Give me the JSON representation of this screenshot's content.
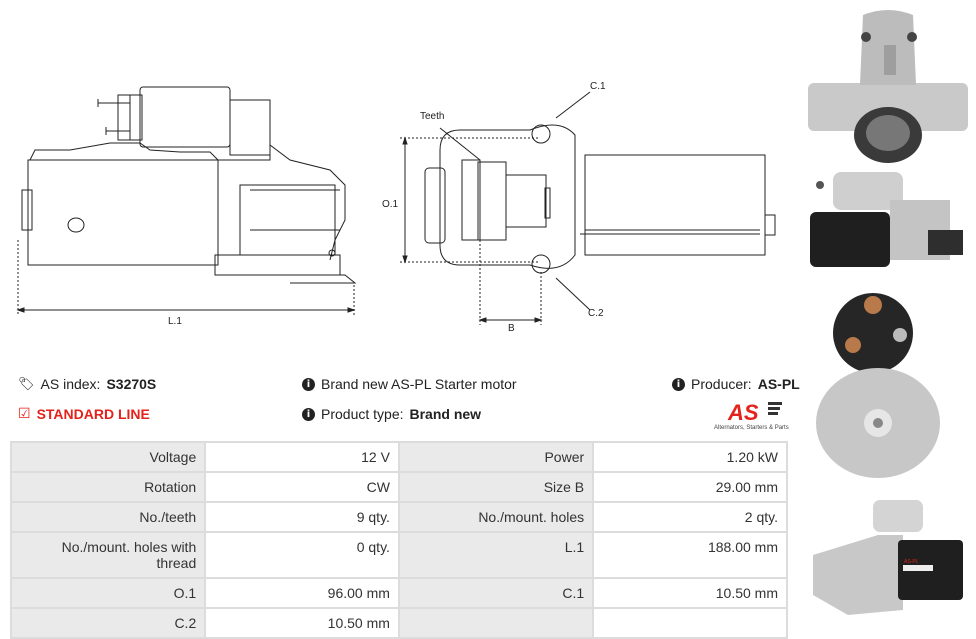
{
  "diagram": {
    "labels": {
      "l1": "L.1",
      "teeth": "Teeth",
      "c1": "C.1",
      "c2": "C.2",
      "o1": "O.1",
      "b": "B"
    }
  },
  "info": {
    "as_index_label": "AS index:",
    "as_index_value": "S3270S",
    "standard_line": "STANDARD LINE",
    "brand_text": "Brand new AS-PL Starter motor",
    "product_type_label": "Product type:",
    "product_type_value": "Brand new",
    "producer_label": "Producer:",
    "producer_value": "AS-PL",
    "logo_text": "AS",
    "logo_tagline": "Alternators, Starters & Parts"
  },
  "specs": [
    [
      {
        "label": "Voltage",
        "value": "12 V"
      },
      {
        "label": "Power",
        "value": "1.20 kW"
      }
    ],
    [
      {
        "label": "Rotation",
        "value": "CW"
      },
      {
        "label": "Size B",
        "value": "29.00 mm"
      }
    ],
    [
      {
        "label": "No./teeth",
        "value": "9 qty."
      },
      {
        "label": "No./mount. holes",
        "value": "2 qty."
      }
    ],
    [
      {
        "label": "No./mount. holes with thread",
        "value": "0 qty."
      },
      {
        "label": "L.1",
        "value": "188.00 mm"
      }
    ],
    [
      {
        "label": "O.1",
        "value": "96.00 mm"
      },
      {
        "label": "C.1",
        "value": "10.50 mm"
      }
    ],
    [
      {
        "label": "C.2",
        "value": "10.50 mm"
      },
      {
        "label": "",
        "value": ""
      }
    ]
  ],
  "photos": {
    "label_tag": "AS-PL"
  },
  "colors": {
    "accent_red": "#e3221b",
    "label_bg": "#eaeaea",
    "border": "#dcdcdc"
  }
}
